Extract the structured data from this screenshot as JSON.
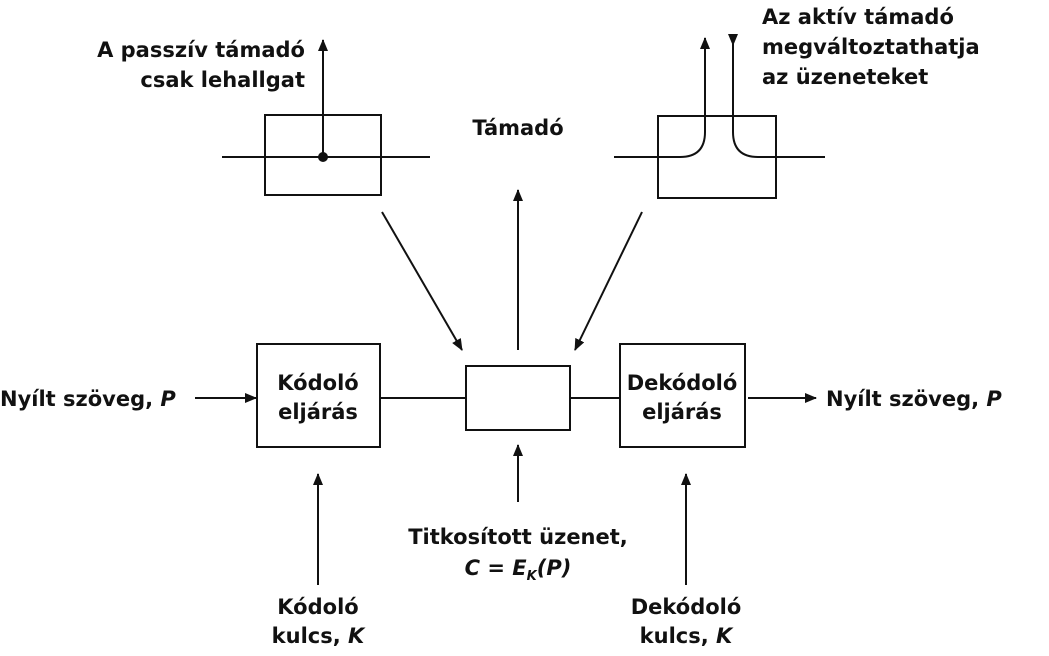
{
  "passive": {
    "line1": "A passzív támadó",
    "line2": "csak lehallgat"
  },
  "active": {
    "line1": "Az aktív támadó",
    "line2": "megváltoztathatja",
    "line3": "az üzeneteket"
  },
  "attacker": "Támadó",
  "plaintext_in": {
    "label": "Nyílt szöveg, ",
    "var": "P"
  },
  "plaintext_out": {
    "label": "Nyílt szöveg, ",
    "var": "P"
  },
  "encoder": {
    "line1": "Kódoló",
    "line2": "eljárás"
  },
  "decoder": {
    "line1": "Dekódoló",
    "line2": "eljárás"
  },
  "ciphertext": {
    "line1": "Titkosított üzenet,",
    "formula_c": "C = E",
    "formula_sub": "K",
    "formula_arg": "(P)"
  },
  "enc_key": {
    "line1": "Kódoló",
    "line2": "kulcs, ",
    "var": "K"
  },
  "dec_key": {
    "line1": "Dekódoló",
    "line2": "kulcs, ",
    "var": "K"
  }
}
